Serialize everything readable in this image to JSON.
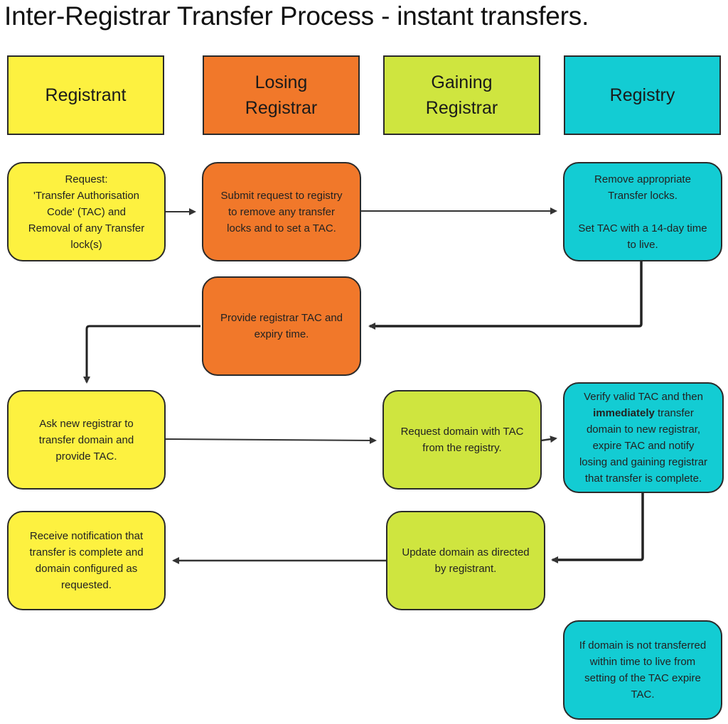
{
  "title": "Inter-Registrar Transfer Process - instant transfers.",
  "lanes": [
    {
      "label": "Registrant",
      "color": "#fdf140"
    },
    {
      "label": "Losing\nRegistrar",
      "color": "#f1782a"
    },
    {
      "label": "Gaining\nRegistrar",
      "color": "#cfe53f"
    },
    {
      "label": "Registry",
      "color": "#13ccd3"
    }
  ],
  "nodes": {
    "registrant_request": "Request:\n'Transfer Authorisation\nCode'  (TAC) and\nRemoval of any Transfer\nlock(s)",
    "losing_submit": "Submit request to registry\nto remove any transfer\nlocks and to set a TAC.",
    "registry_remove_locks": "Remove appropriate\nTransfer locks.\n\nSet TAC with a 14-day time\nto live.",
    "losing_provide_tac": "Provide registrar TAC and\nexpiry time.",
    "registrant_ask_new": "Ask new registrar to\ntransfer domain and\nprovide TAC.",
    "gaining_request_domain": "Request domain with TAC\nfrom the registry.",
    "registry_verify": {
      "before_bold": "Verify valid TAC and then\n",
      "bold": "immediately",
      "after_bold": " transfer\ndomain to new registrar,\nexpire TAC and notify\nlosing and gaining registrar\nthat transfer is complete."
    },
    "gaining_update": "Update domain as directed\nby registrant.",
    "registrant_receive": "Receive notification that\ntransfer is complete and\ndomain configured as\nrequested.",
    "registry_expire": "If domain is not transferred\nwithin time to live from\nsetting of the TAC expire\nTAC."
  },
  "edges": [
    {
      "from": "registrant_request",
      "to": "losing_submit"
    },
    {
      "from": "losing_submit",
      "to": "registry_remove_locks"
    },
    {
      "from": "registry_remove_locks",
      "to": "losing_provide_tac"
    },
    {
      "from": "losing_provide_tac",
      "to": "registrant_ask_new"
    },
    {
      "from": "registrant_ask_new",
      "to": "gaining_request_domain"
    },
    {
      "from": "gaining_request_domain",
      "to": "registry_verify"
    },
    {
      "from": "registry_verify",
      "to": "gaining_update"
    },
    {
      "from": "gaining_update",
      "to": "registrant_receive"
    }
  ]
}
